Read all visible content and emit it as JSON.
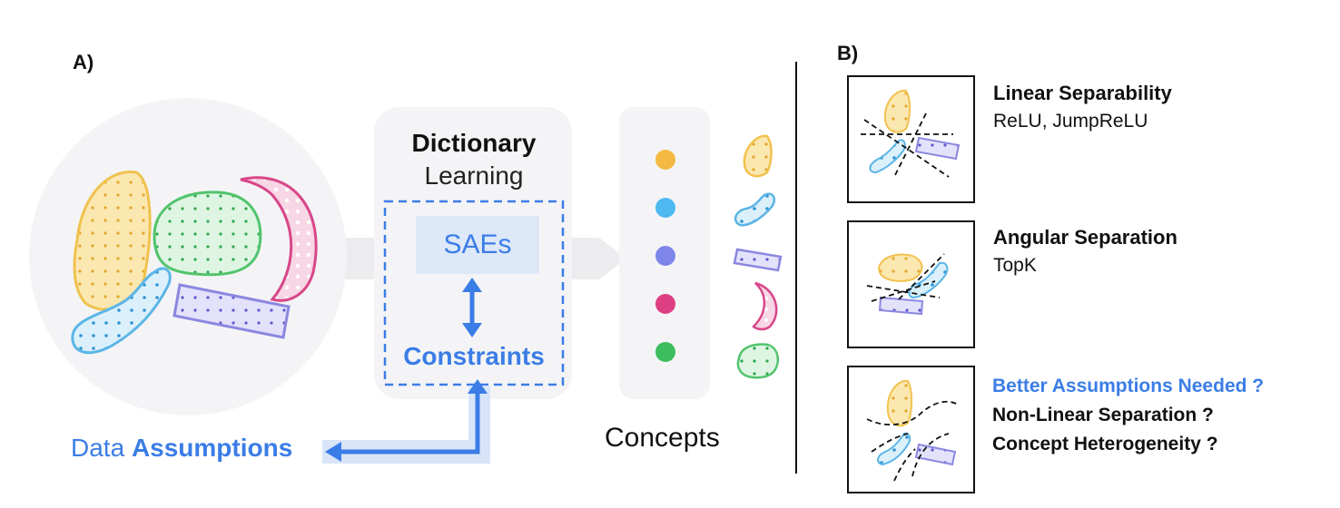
{
  "panel_a": {
    "label": "A)",
    "dictionary_title": "Dictionary",
    "dictionary_subtitle": "Learning",
    "sae_label": "SAEs",
    "constraints_label": "Constraints",
    "concepts_label": "Concepts",
    "data_label": "Data",
    "assumptions_label": "Assumptions",
    "concept_dot_colors": [
      "#f4b942",
      "#4eb8f0",
      "#7f86ea",
      "#de3f83",
      "#3dbd5d"
    ]
  },
  "panel_b": {
    "label": "B)",
    "rows": [
      {
        "title": "Linear Separability",
        "subtitle": "ReLU, JumpReLU"
      },
      {
        "title": "Angular Separation",
        "subtitle": "TopK"
      },
      {
        "title": "Better Assumptions Needed ?",
        "line2": "Non-Linear Separation ?",
        "line3": "Concept Heterogeneity ?"
      }
    ]
  },
  "colors": {
    "accent_blue": "#3b7de6",
    "yellow": "#f0c24f",
    "green": "#52c46d",
    "pink": "#d8468a",
    "sky": "#5bb5e6",
    "violet": "#8b87e0"
  }
}
